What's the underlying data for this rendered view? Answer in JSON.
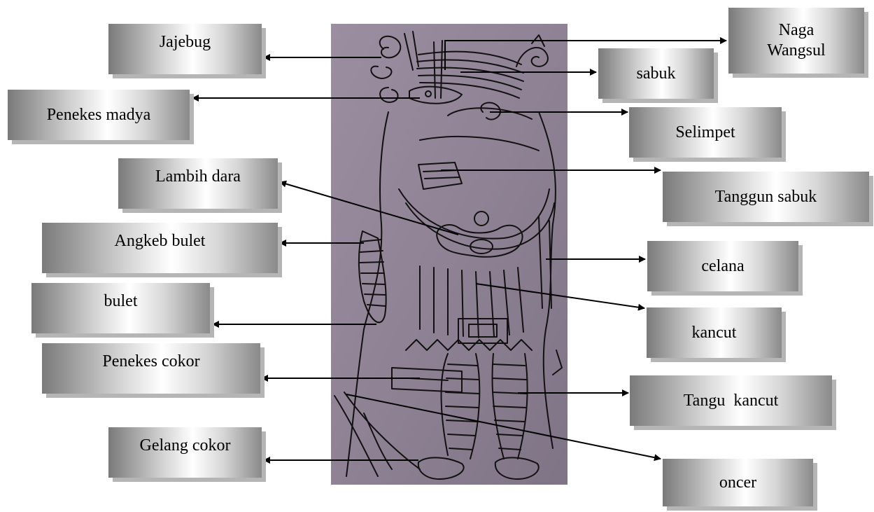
{
  "labels": {
    "jajebug": "Jajebug",
    "penekes_madya": "Penekes madya",
    "lambih_dara": "Lambih dara",
    "angkeb_bulet": "Angkeb bulet",
    "bulet": "bulet",
    "penekes_cokor": "Penekes cokor",
    "gelang_cokor": "Gelang cokor",
    "naga_wangsul_line1": "Naga",
    "naga_wangsul_line2": "Wangsul",
    "sabuk": "sabuk",
    "selimpet": "Selimpet",
    "tanggun_sabuk": "Tanggun sabuk",
    "celana": "celana",
    "kancut": "kancut",
    "tangu_kancut": "Tangu  kancut",
    "oncer": "oncer"
  },
  "colors": {
    "photo_background": "#8e8294",
    "ink": "#111111",
    "box_shadow": "#b5b5b5"
  },
  "figure": {
    "subject": "wayang kulit character line drawing"
  }
}
